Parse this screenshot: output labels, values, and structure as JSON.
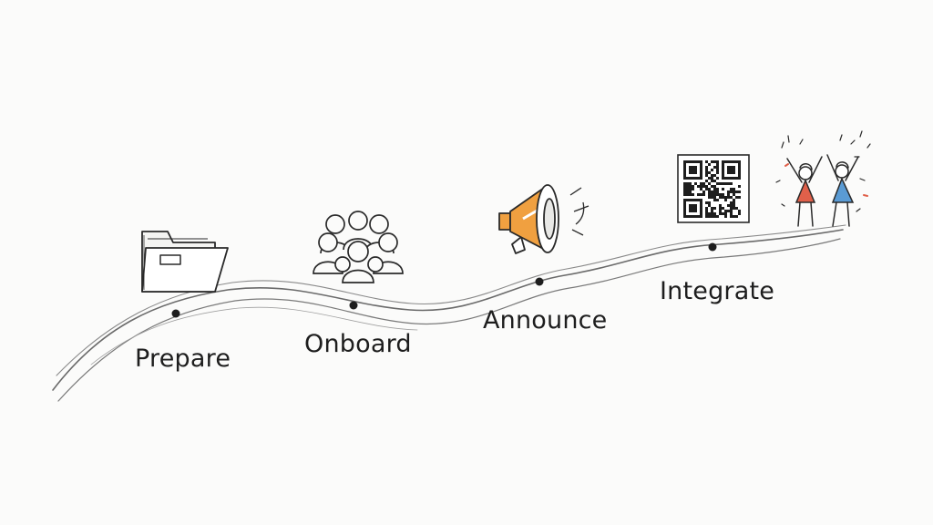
{
  "stages": [
    {
      "label": "Prepare",
      "icon": "folder-icon"
    },
    {
      "label": "Onboard",
      "icon": "people-group-icon"
    },
    {
      "label": "Announce",
      "icon": "megaphone-icon"
    },
    {
      "label": "Integrate",
      "icon": "qr-code-icon"
    }
  ],
  "finale": {
    "icon": "celebrating-people-icon"
  },
  "colors": {
    "ink": "#1e1e1e",
    "path": "#5a5a5a",
    "megaphone_orange": "#f0a040",
    "person_red": "#e0604a",
    "person_blue": "#5a9bd4"
  }
}
